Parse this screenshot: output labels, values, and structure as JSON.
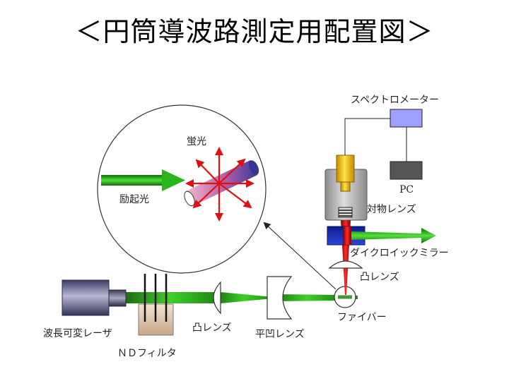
{
  "title": "＜円筒導波路測定用配置図＞",
  "labels": {
    "spectrometer": "スペクトロメーター",
    "pc": "PC",
    "fluorescence": "蛍光",
    "excitation": "励起光",
    "objective_lens": "対物レンズ",
    "dichroic_mirror": "ダイクロイックミラー",
    "convex_lens_right": "凸レンズ",
    "fiber": "ファイバー",
    "tunable_laser": "波長可変レーザ",
    "nd_filter": "ＮＤフィルタ",
    "convex_lens_left": "凸レンズ",
    "plano_concave_lens": "平凹レンズ"
  },
  "colors": {
    "beam_green": "#1e9a12",
    "beam_red": "#d11010",
    "spectrometer_box": "#9f9fff",
    "pc_box": "#555555",
    "dichroic": "#1c2fb4",
    "objective_body": "#e8b000"
  }
}
